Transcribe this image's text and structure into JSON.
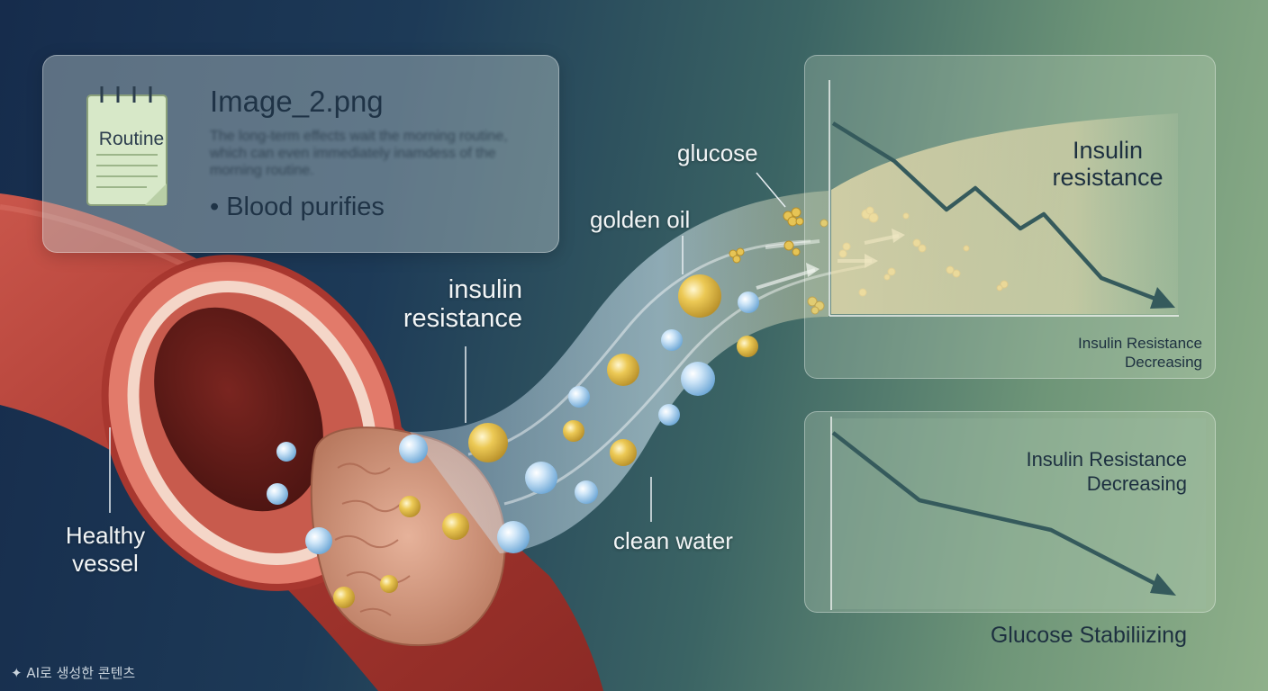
{
  "card": {
    "title": "Image_2.png",
    "notepad_label": "Routine",
    "body_text": "The long-term effects wait the morning routine, which can even immediately inamdess of the morning routine.",
    "bullet": "• Blood purifies"
  },
  "labels": {
    "insulin_resistance": [
      "insulin",
      "resistance"
    ],
    "golden_oil": "golden oil",
    "glucose": "glucose",
    "clean_water": "clean water",
    "healthy_vessel": [
      "Healthy",
      "vessel"
    ]
  },
  "chart_top": {
    "title": [
      "Insulin",
      "resistance"
    ],
    "caption": [
      "Insulin Resistance",
      "Decreasing"
    ]
  },
  "chart_bottom": {
    "title": [
      "Insulin Resistance",
      "Decreasing"
    ],
    "caption": "Glucose Stabiliizing"
  },
  "watermark": {
    "icon": "sparkle-icon",
    "text": "AI로 생성한 콘텐츠"
  },
  "colors": {
    "vessel": "#b8423a",
    "plaque": "#d9a083",
    "water": "#a9d2f0",
    "oil": "#e8c44a",
    "trend_line": "#355a5c"
  }
}
